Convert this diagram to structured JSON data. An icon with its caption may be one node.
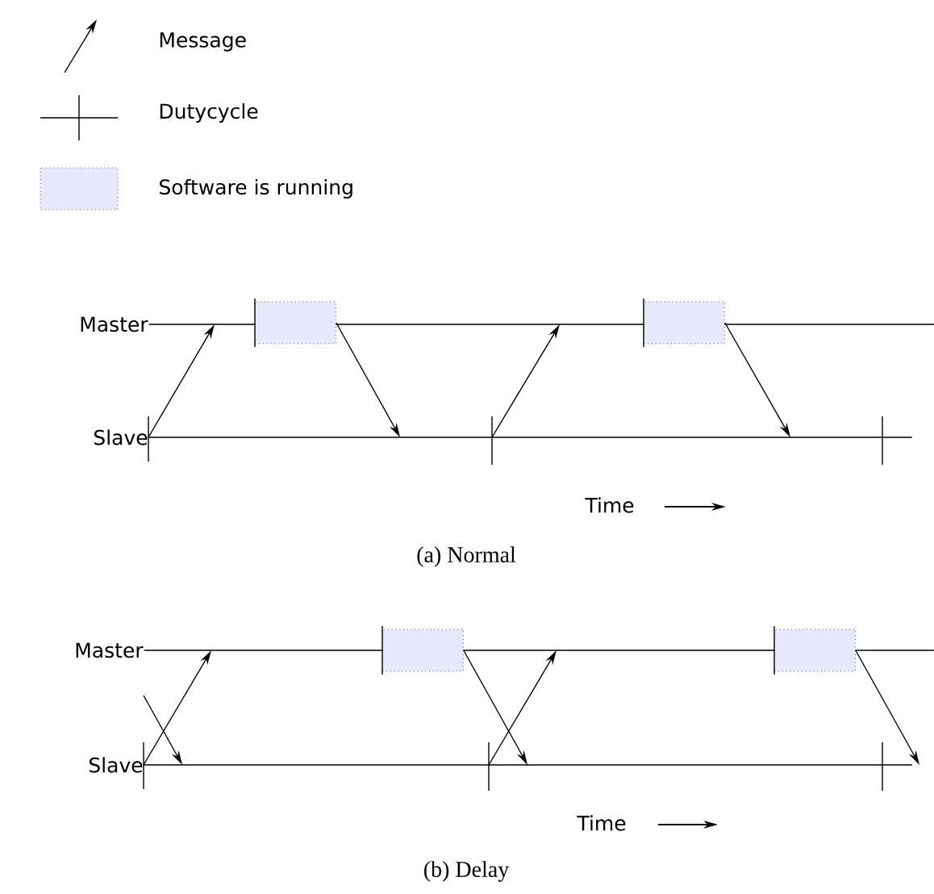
{
  "diagram": {
    "nodes": [
      {
        "text": [
          "Master"
        ]
      },
      {
        "text": [
          "Slave"
        ]
      },
      {
        "text": [],
        "shape": "box"
      },
      {
        "text": [],
        "shape": "box"
      },
      {
        "text": [
          "Master"
        ]
      },
      {
        "text": [
          "Slave"
        ]
      },
      {
        "text": [],
        "shape": "box"
      },
      {
        "text": [],
        "shape": "box"
      }
    ],
    "edges": [
      {
        "from": 1,
        "to": 0,
        "arrow": "to"
      },
      {
        "from": 2,
        "to": 1,
        "arrow": "to"
      },
      {
        "from": 1,
        "to": 0,
        "arrow": "to"
      },
      {
        "from": 3,
        "to": 1,
        "arrow": "to"
      },
      {
        "from": 5,
        "to": 4,
        "arrow": "to"
      },
      {
        "from": null,
        "to": 5,
        "arrow": "to"
      },
      {
        "from": 6,
        "to": 5,
        "arrow": "to"
      },
      {
        "from": 5,
        "to": 4,
        "arrow": "to"
      },
      {
        "from": 7,
        "to": 5,
        "arrow": "to"
      }
    ],
    "labels": [
      "Time",
      "(a) Normal",
      "Time",
      "(b) Delay"
    ],
    "legend": [
      {
        "text": "Message"
      },
      {
        "text": "Dutycycle"
      },
      {
        "text": "Software is running",
        "color": "#e6e8fc"
      }
    ]
  }
}
